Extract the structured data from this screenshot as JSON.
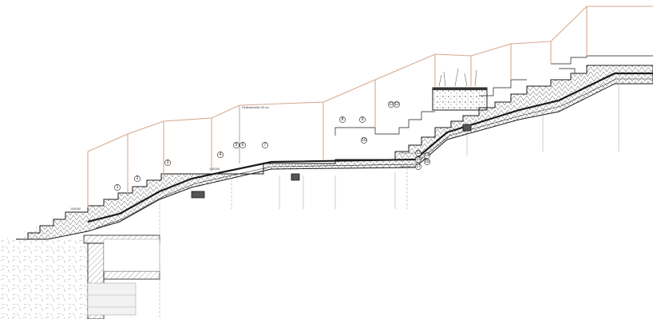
{
  "drawing": {
    "handrail_height_note": "Geländerhöhe 90 cm",
    "level_label_lower": "144/340",
    "level_label_upper": "144/340",
    "callouts_left": [
      "1",
      "2",
      "3",
      "4",
      "5",
      "6",
      "7"
    ],
    "callouts_mid": [
      "8",
      "9",
      "10",
      "11",
      "12"
    ],
    "callouts_right": [
      "13",
      "14",
      "15",
      "16",
      "17"
    ]
  },
  "colors": {
    "handrail": "#d6a991",
    "line": "#1a1a1a",
    "hatch": "#6b6b6b",
    "wall": "#b9b9b9"
  }
}
